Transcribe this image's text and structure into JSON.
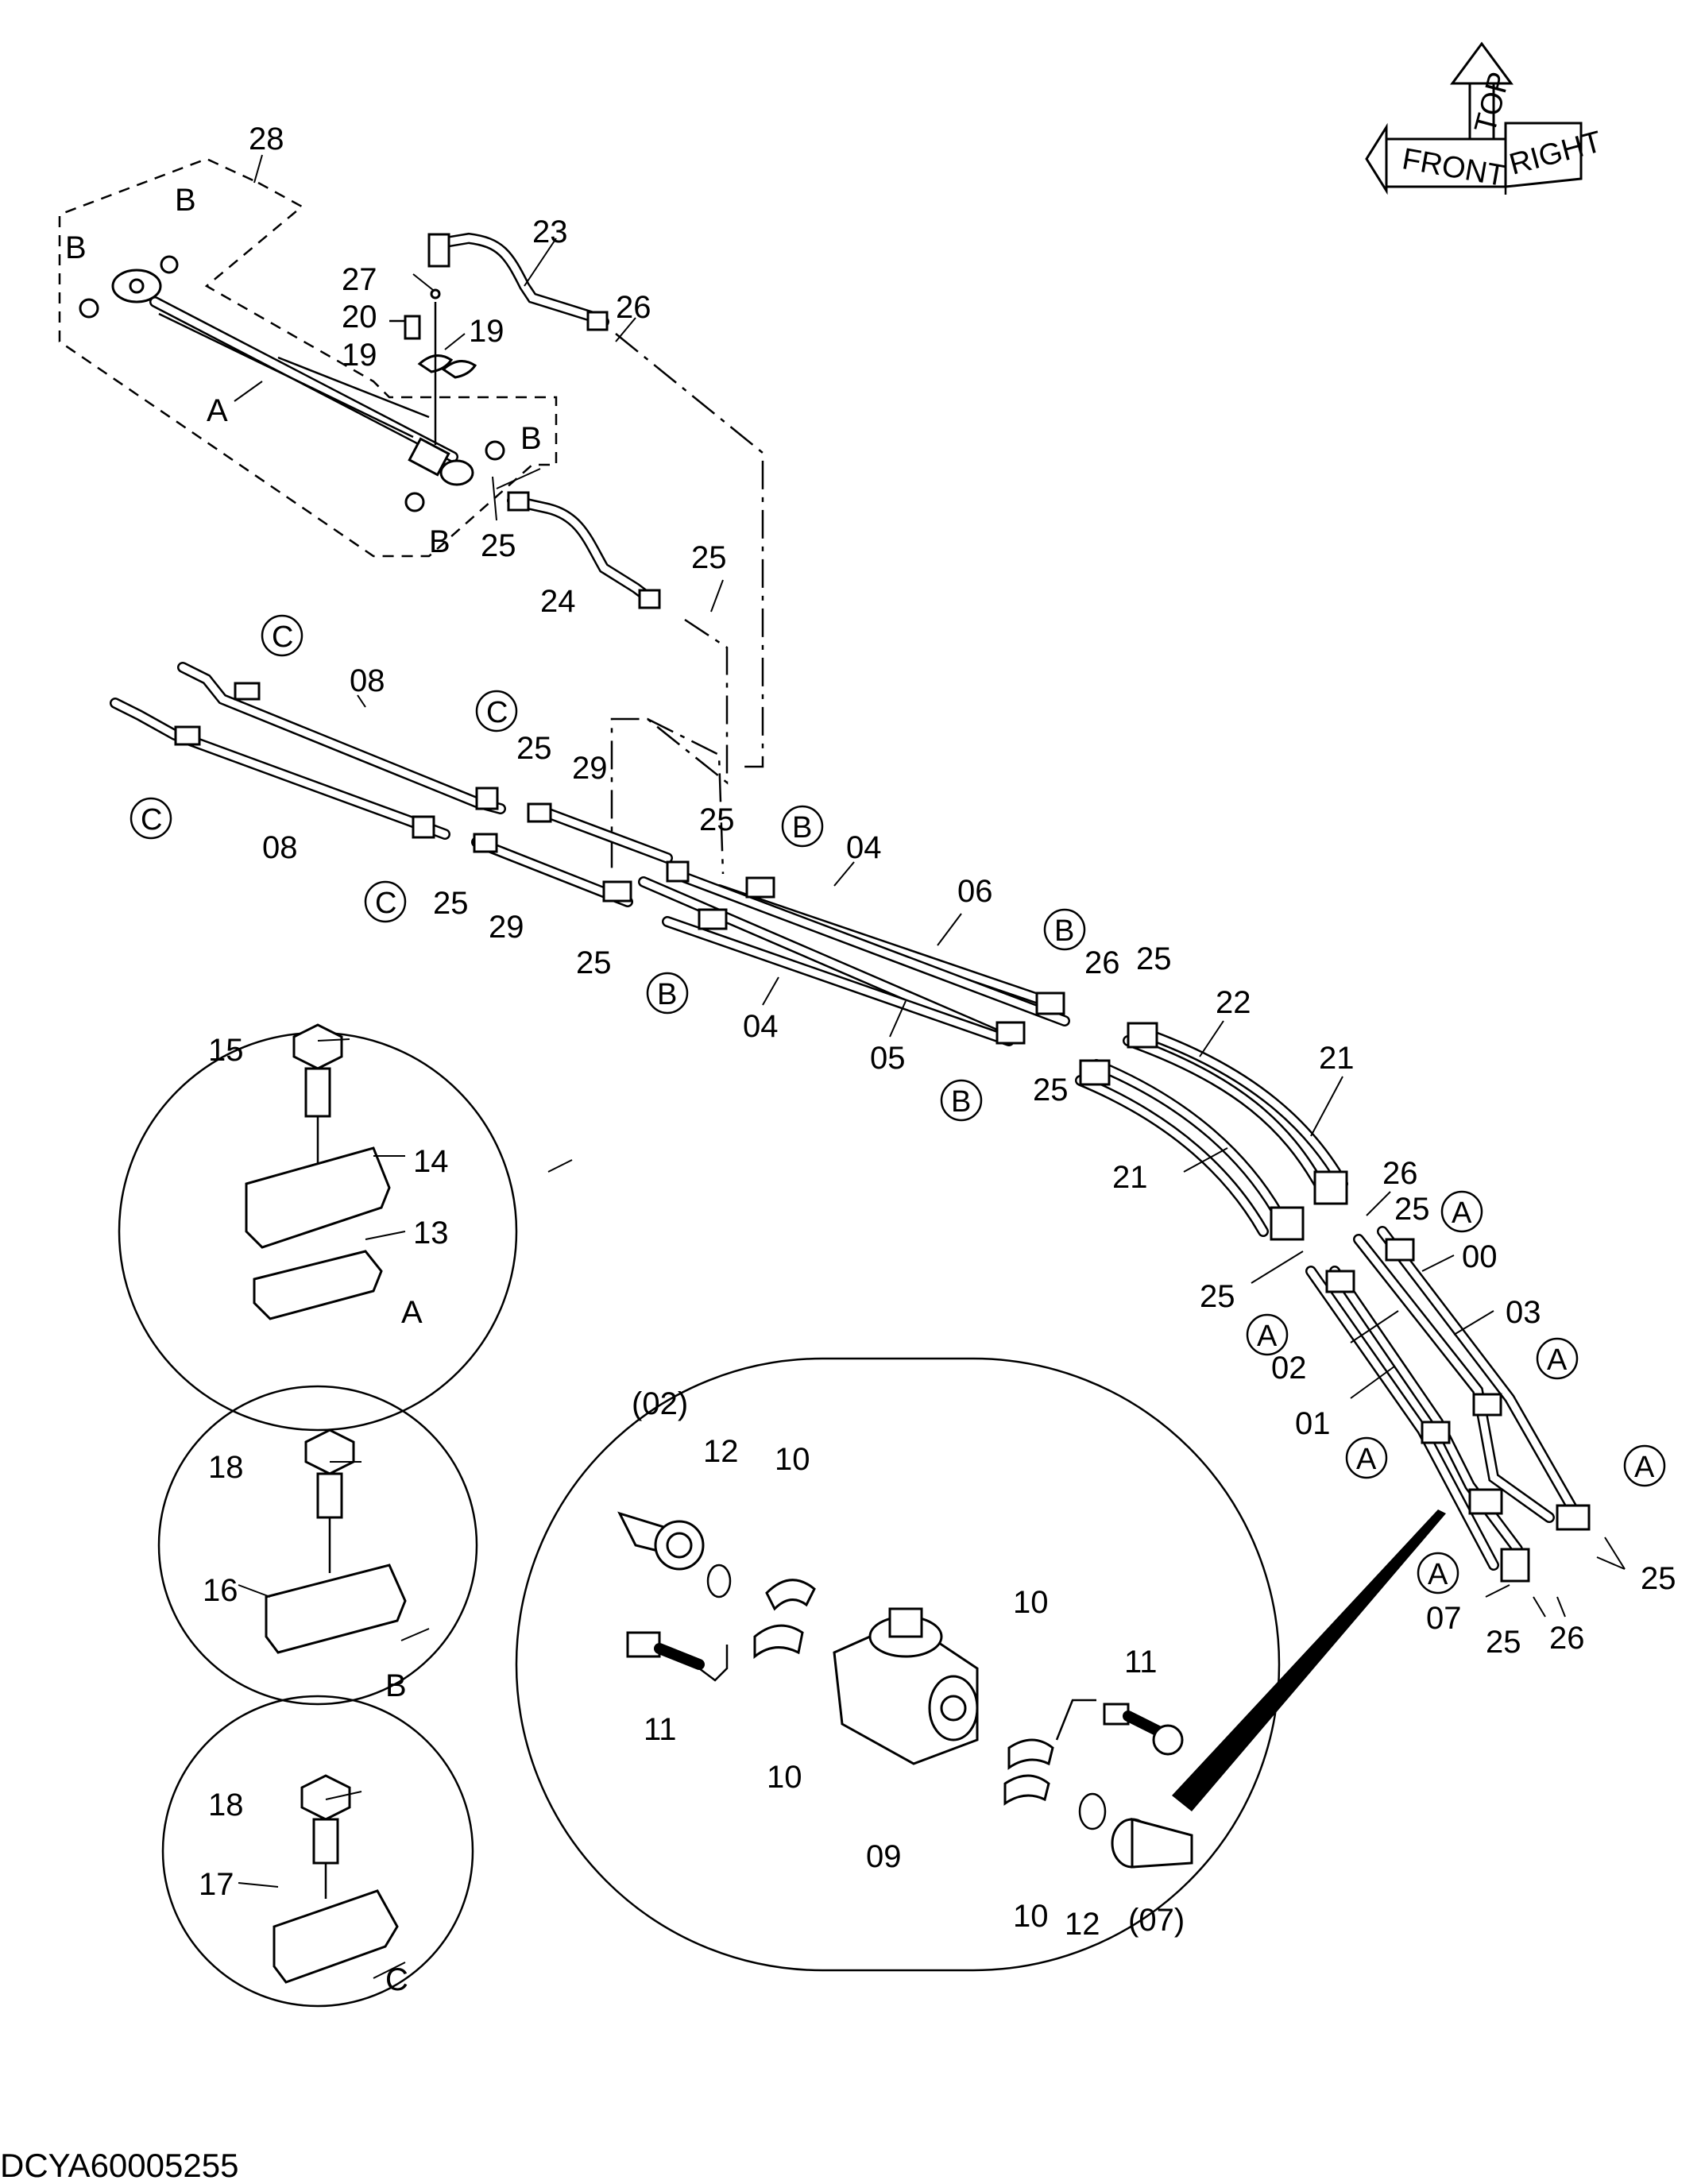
{
  "drawing_code": "DCYA60005255",
  "orientation_symbol": {
    "labels": [
      "FRONT",
      "TOP",
      "RIGHT"
    ]
  },
  "callouts": {
    "n28": "28",
    "n23": "23",
    "n27": "27",
    "n20": "20",
    "n19a": "19",
    "n19b": "19",
    "n26_top": "26",
    "n24": "24",
    "n25_cyl": "25",
    "n25_24": "25",
    "cyl_A": "A",
    "cyl_B1": "B",
    "cyl_B2": "B",
    "cyl_B3": "B",
    "cyl_B4": "B",
    "n08_top": "08",
    "n08_bot": "08",
    "n25_c1": "25",
    "n25_c2": "25",
    "n29_top": "29",
    "n29_bot": "29",
    "n25_mid1": "25",
    "n25_mid2": "25",
    "n04_top": "04",
    "n04_bot": "04",
    "n06": "06",
    "n05": "05",
    "n26_mid": "26",
    "n25_mid3": "25",
    "n25_mid4": "25",
    "n22": "22",
    "n21_top": "21",
    "n21_bot": "21",
    "n26_right": "26",
    "n25_right1": "25",
    "n25_right2": "25",
    "n00": "00",
    "n03": "03",
    "n02": "02",
    "n01": "01",
    "n07": "07",
    "n25_bot1": "25",
    "n26_bot": "26",
    "n25_bot2": "25"
  },
  "circled_refs": {
    "c_top1": "C",
    "c_top2": "C",
    "c_left": "C",
    "c_bot": "C",
    "b_top": "B",
    "b_mid": "B",
    "b_left": "B",
    "b_bot": "B",
    "a_r1": "A",
    "a_r2": "A",
    "a_r3": "A",
    "a_r4": "A",
    "a_r5": "A",
    "a_r6": "A"
  },
  "detail_A": {
    "bolt": "15",
    "upper_clamp": "14",
    "lower_clamp": "13",
    "caption": "A"
  },
  "detail_B": {
    "bolt": "18",
    "clamp": "16",
    "caption": "B"
  },
  "detail_C": {
    "bolt": "18",
    "clamp": "17",
    "caption": "C"
  },
  "detail_valve": {
    "ref_02": "(02)",
    "oring_top": "12",
    "flange_top": "10",
    "bolt_left": "11",
    "flange_left": "10",
    "valve": "09",
    "flange_right_top": "10",
    "bolt_right": "11",
    "flange_right_bot": "10",
    "oring_bot": "12",
    "ref_07": "(07)"
  }
}
